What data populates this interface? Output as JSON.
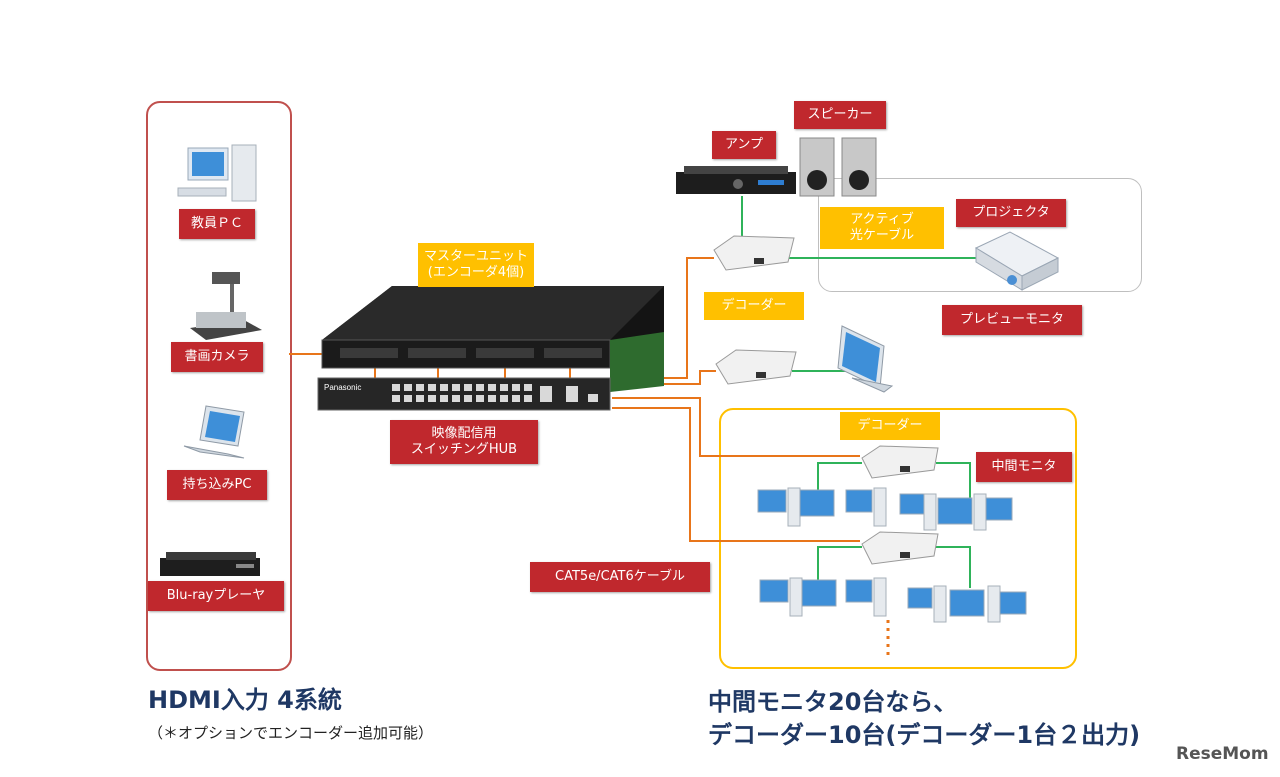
{
  "inputs": {
    "devices": [
      {
        "label": "教員ＰＣ"
      },
      {
        "label": "書画カメラ"
      },
      {
        "label": "持ち込みPC"
      },
      {
        "label": "Blu-rayプレーヤ"
      }
    ],
    "heading": "HDMI入力 4系統",
    "note": "（＊オプションでエンコーダー追加可能）"
  },
  "center": {
    "master_unit": "マスターユニット\n(エンコーダ4個)",
    "hub": "映像配信用\nスイッチングHUB",
    "cable": "CAT5e/CAT6ケーブル",
    "hub_brand": "Panasonic"
  },
  "outputs": {
    "amp": "アンプ",
    "speaker": "スピーカー",
    "active_cable": "アクティブ\n光ケーブル",
    "projector": "プロジェクタ",
    "decoder": "デコーダー",
    "preview_monitor": "プレビューモニタ",
    "decoder_group": "デコーダー",
    "middle_monitor": "中間モニタ"
  },
  "footer": {
    "line1": "中間モニタ20台なら、",
    "line2": "デコーダー10台(デコーダー1台２出力)"
  },
  "logo": "ReseMom",
  "colors": {
    "red_label": "#c0282d",
    "yellow_label": "#ffc000",
    "orange_cable": "#e8751a",
    "green_cable": "#2fb35a",
    "heading": "#1f3864",
    "group_red": "#c0504d",
    "group_yellow": "#ffc000"
  }
}
